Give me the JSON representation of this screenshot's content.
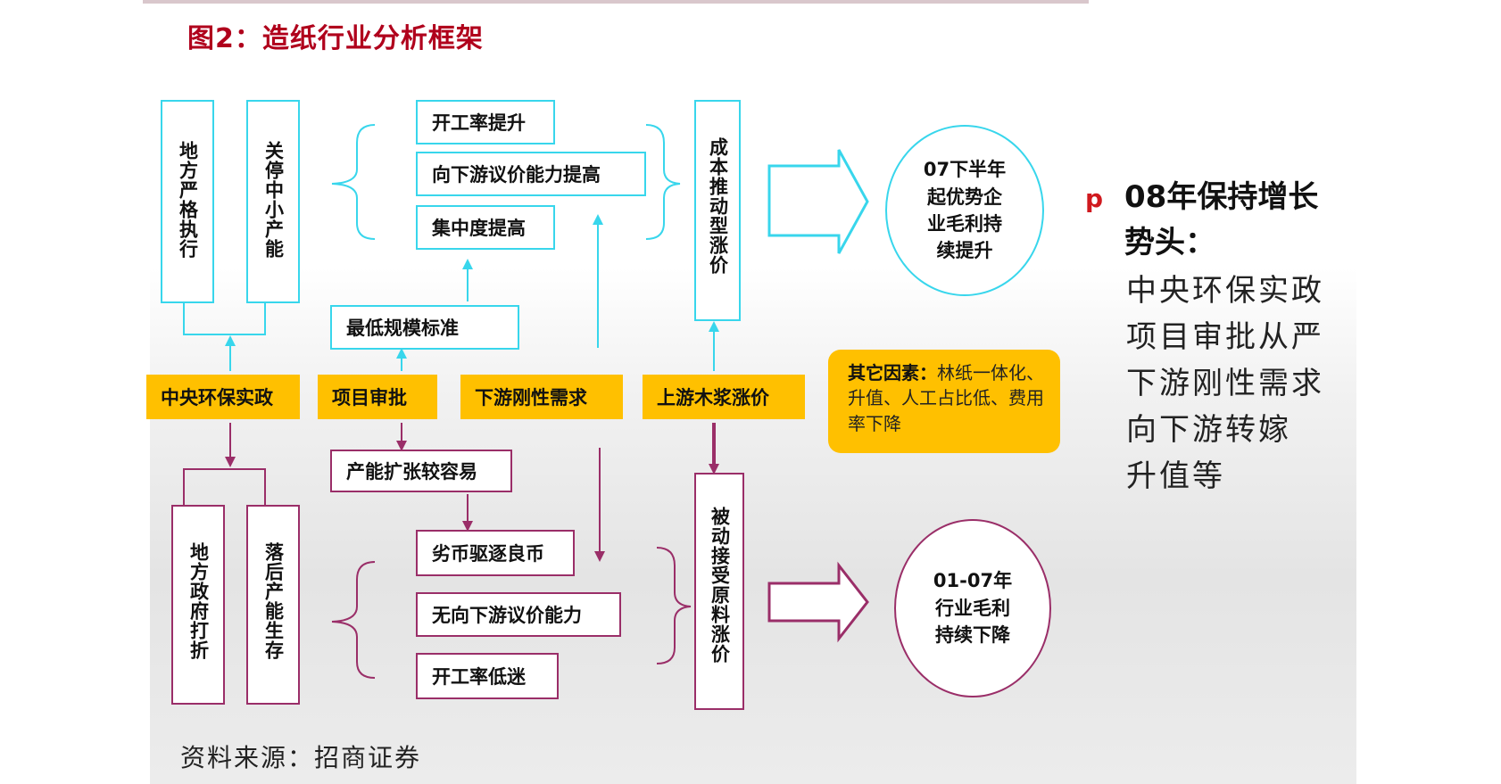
{
  "title": "图2：造纸行业分析框架",
  "top": {
    "box1": "地方严格执行",
    "box2": "关停中小产能",
    "brace_items": [
      "开工率提升",
      "向下游议价能力提高",
      "集中度提高"
    ],
    "min_scale": "最低规模标准",
    "cost_push": "成本推动型涨价",
    "outcome": [
      "07下半年",
      "起优势企",
      "业毛利持",
      "续提升"
    ]
  },
  "middle": {
    "drivers": [
      "中央环保实政",
      "项目审批",
      "下游刚性需求",
      "上游木浆涨价"
    ],
    "other_label": "其它因素：",
    "other_text": "林纸一体化、升值、人工占比低、费用率下降"
  },
  "bottom": {
    "box1": "地方政府打折",
    "box2": "落后产能生存",
    "capacity": "产能扩张较容易",
    "brace_items": [
      "劣币驱逐良币",
      "无向下游议价能力",
      "开工率低迷"
    ],
    "passive": "被动接受原料涨价",
    "outcome": [
      "01-07年",
      "行业毛利",
      "持续下降"
    ]
  },
  "right": {
    "bullet": "p",
    "heading_line1": "08年保持增长",
    "heading_line2": "势头：",
    "items": [
      "中央环保实政",
      "项目审批从严",
      "下游刚性需求",
      "向下游转嫁",
      "升值等"
    ]
  },
  "source": "资料来源：招商证券",
  "colors": {
    "title": "#b0001c",
    "cyan": "#38d6ec",
    "purple": "#9a2e68",
    "yellow": "#ffc000",
    "bullet": "#d0191e"
  }
}
